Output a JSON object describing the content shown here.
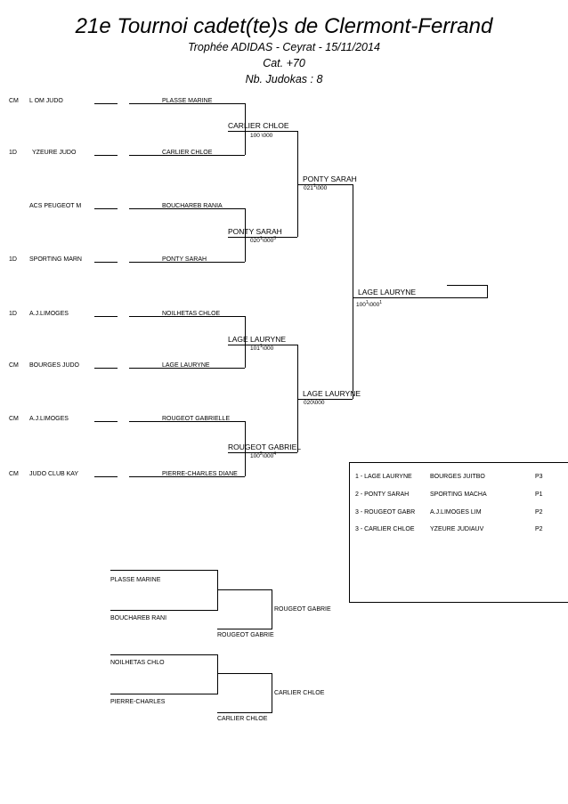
{
  "header": {
    "title": "21e Tournoi cadet(te)s de Clermont-Ferrand",
    "trophy": "Trophée ADIDAS - Ceyrat - 15/11/2014",
    "category": "Cat. +70",
    "count": "Nb. Judokas :  8"
  },
  "entries": [
    {
      "rank": "CM",
      "club": "L OM JUDO",
      "name": "PLASSE MARINE"
    },
    {
      "rank": "1D",
      "club": "YZEURE JUDO",
      "name": "CARLIER CHLOE"
    },
    {
      "rank": "",
      "club": "ACS PEUGEOT M",
      "name": "BOUCHAREB RANIA"
    },
    {
      "rank": "1D",
      "club": "SPORTING MARN",
      "name": "PONTY SARAH"
    },
    {
      "rank": "1D",
      "club": "A.J.LIMOGES",
      "name": "NOILHETAS CHLOE"
    },
    {
      "rank": "CM",
      "club": "BOURGES JUDO",
      "name": "LAGE LAURYNE"
    },
    {
      "rank": "CM",
      "club": "A.J.LIMOGES",
      "name": "ROUGEOT GABRIELLE"
    },
    {
      "rank": "CM",
      "club": "JUDO CLUB KAY",
      "name": "PIERRE-CHARLES DIANE"
    }
  ],
  "round1": [
    {
      "name": "CARLIER CHLOE",
      "score": "100 \\000",
      "sup1": "",
      "sup2": ""
    },
    {
      "name": "PONTY SARAH",
      "score_a": "020",
      "sup1": "1",
      "score_b": "\\000",
      "sup2": "3"
    },
    {
      "name": "LAGE LAURYNE",
      "score_a": "101",
      "sup1": "1",
      "score_b": "\\000",
      "sup2": ""
    },
    {
      "name": "ROUGEOT GABRIEL",
      "score_a": "100",
      "sup1": "2",
      "score_b": "\\000",
      "sup2": "4"
    }
  ],
  "semis": [
    {
      "name": "PONTY SARAH",
      "score_a": "021",
      "sup1": "1",
      "score_b": "\\000"
    },
    {
      "name": "LAGE LAURYNE",
      "score_a": "020",
      "sup1": "",
      "score_b": "\\000"
    }
  ],
  "final": {
    "name": "LAGE LAURYNE",
    "score_a": "100",
    "sup1": "1",
    "score_b": "\\000",
    "sup2": "1"
  },
  "results": [
    {
      "place": "1 - LAGE LAURYNE",
      "club": "BOURGES JUITBO",
      "pts": "P3"
    },
    {
      "place": "2 - PONTY SARAH",
      "club": "SPORTING MACHA",
      "pts": "P1"
    },
    {
      "place": "3 - ROUGEOT GABR",
      "club": "A.J.LIMOGES  LIM",
      "pts": "P2"
    },
    {
      "place": "3 - CARLIER CHLOE",
      "club": "YZEURE JUDIAUV",
      "pts": "P2"
    }
  ],
  "repechage": [
    {
      "a": "PLASSE MARINE",
      "b": "BOUCHAREB RANI",
      "winner": "ROUGEOT GABRIE",
      "bronze": "ROUGEOT GABRIE"
    },
    {
      "a": "NOILHETAS CHLO",
      "b": "PIERRE-CHARLES",
      "winner": "CARLIER CHLOE",
      "bronze": "CARLIER CHLOE"
    }
  ]
}
